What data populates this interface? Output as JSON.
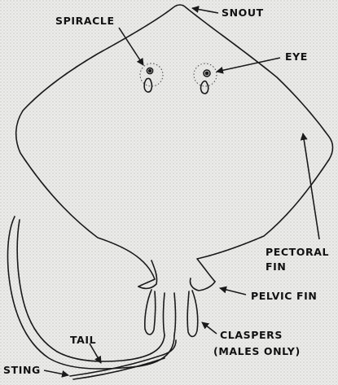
{
  "labels": {
    "spiracle": "SPIRACLE",
    "snout": "SNOUT",
    "eye": "EYE",
    "pectoral_fin_line1": "PECTORAL",
    "pectoral_fin_line2": "FIN",
    "pelvic_fin": "PELVIC FIN",
    "claspers_line1": "CLASPERS",
    "claspers_line2": "(MALES ONLY)",
    "tail": "TAIL",
    "sting": "STING"
  },
  "colors": {
    "background": "#ececea",
    "stipple": "#b9b9b5",
    "line": "#1a1a1a"
  }
}
